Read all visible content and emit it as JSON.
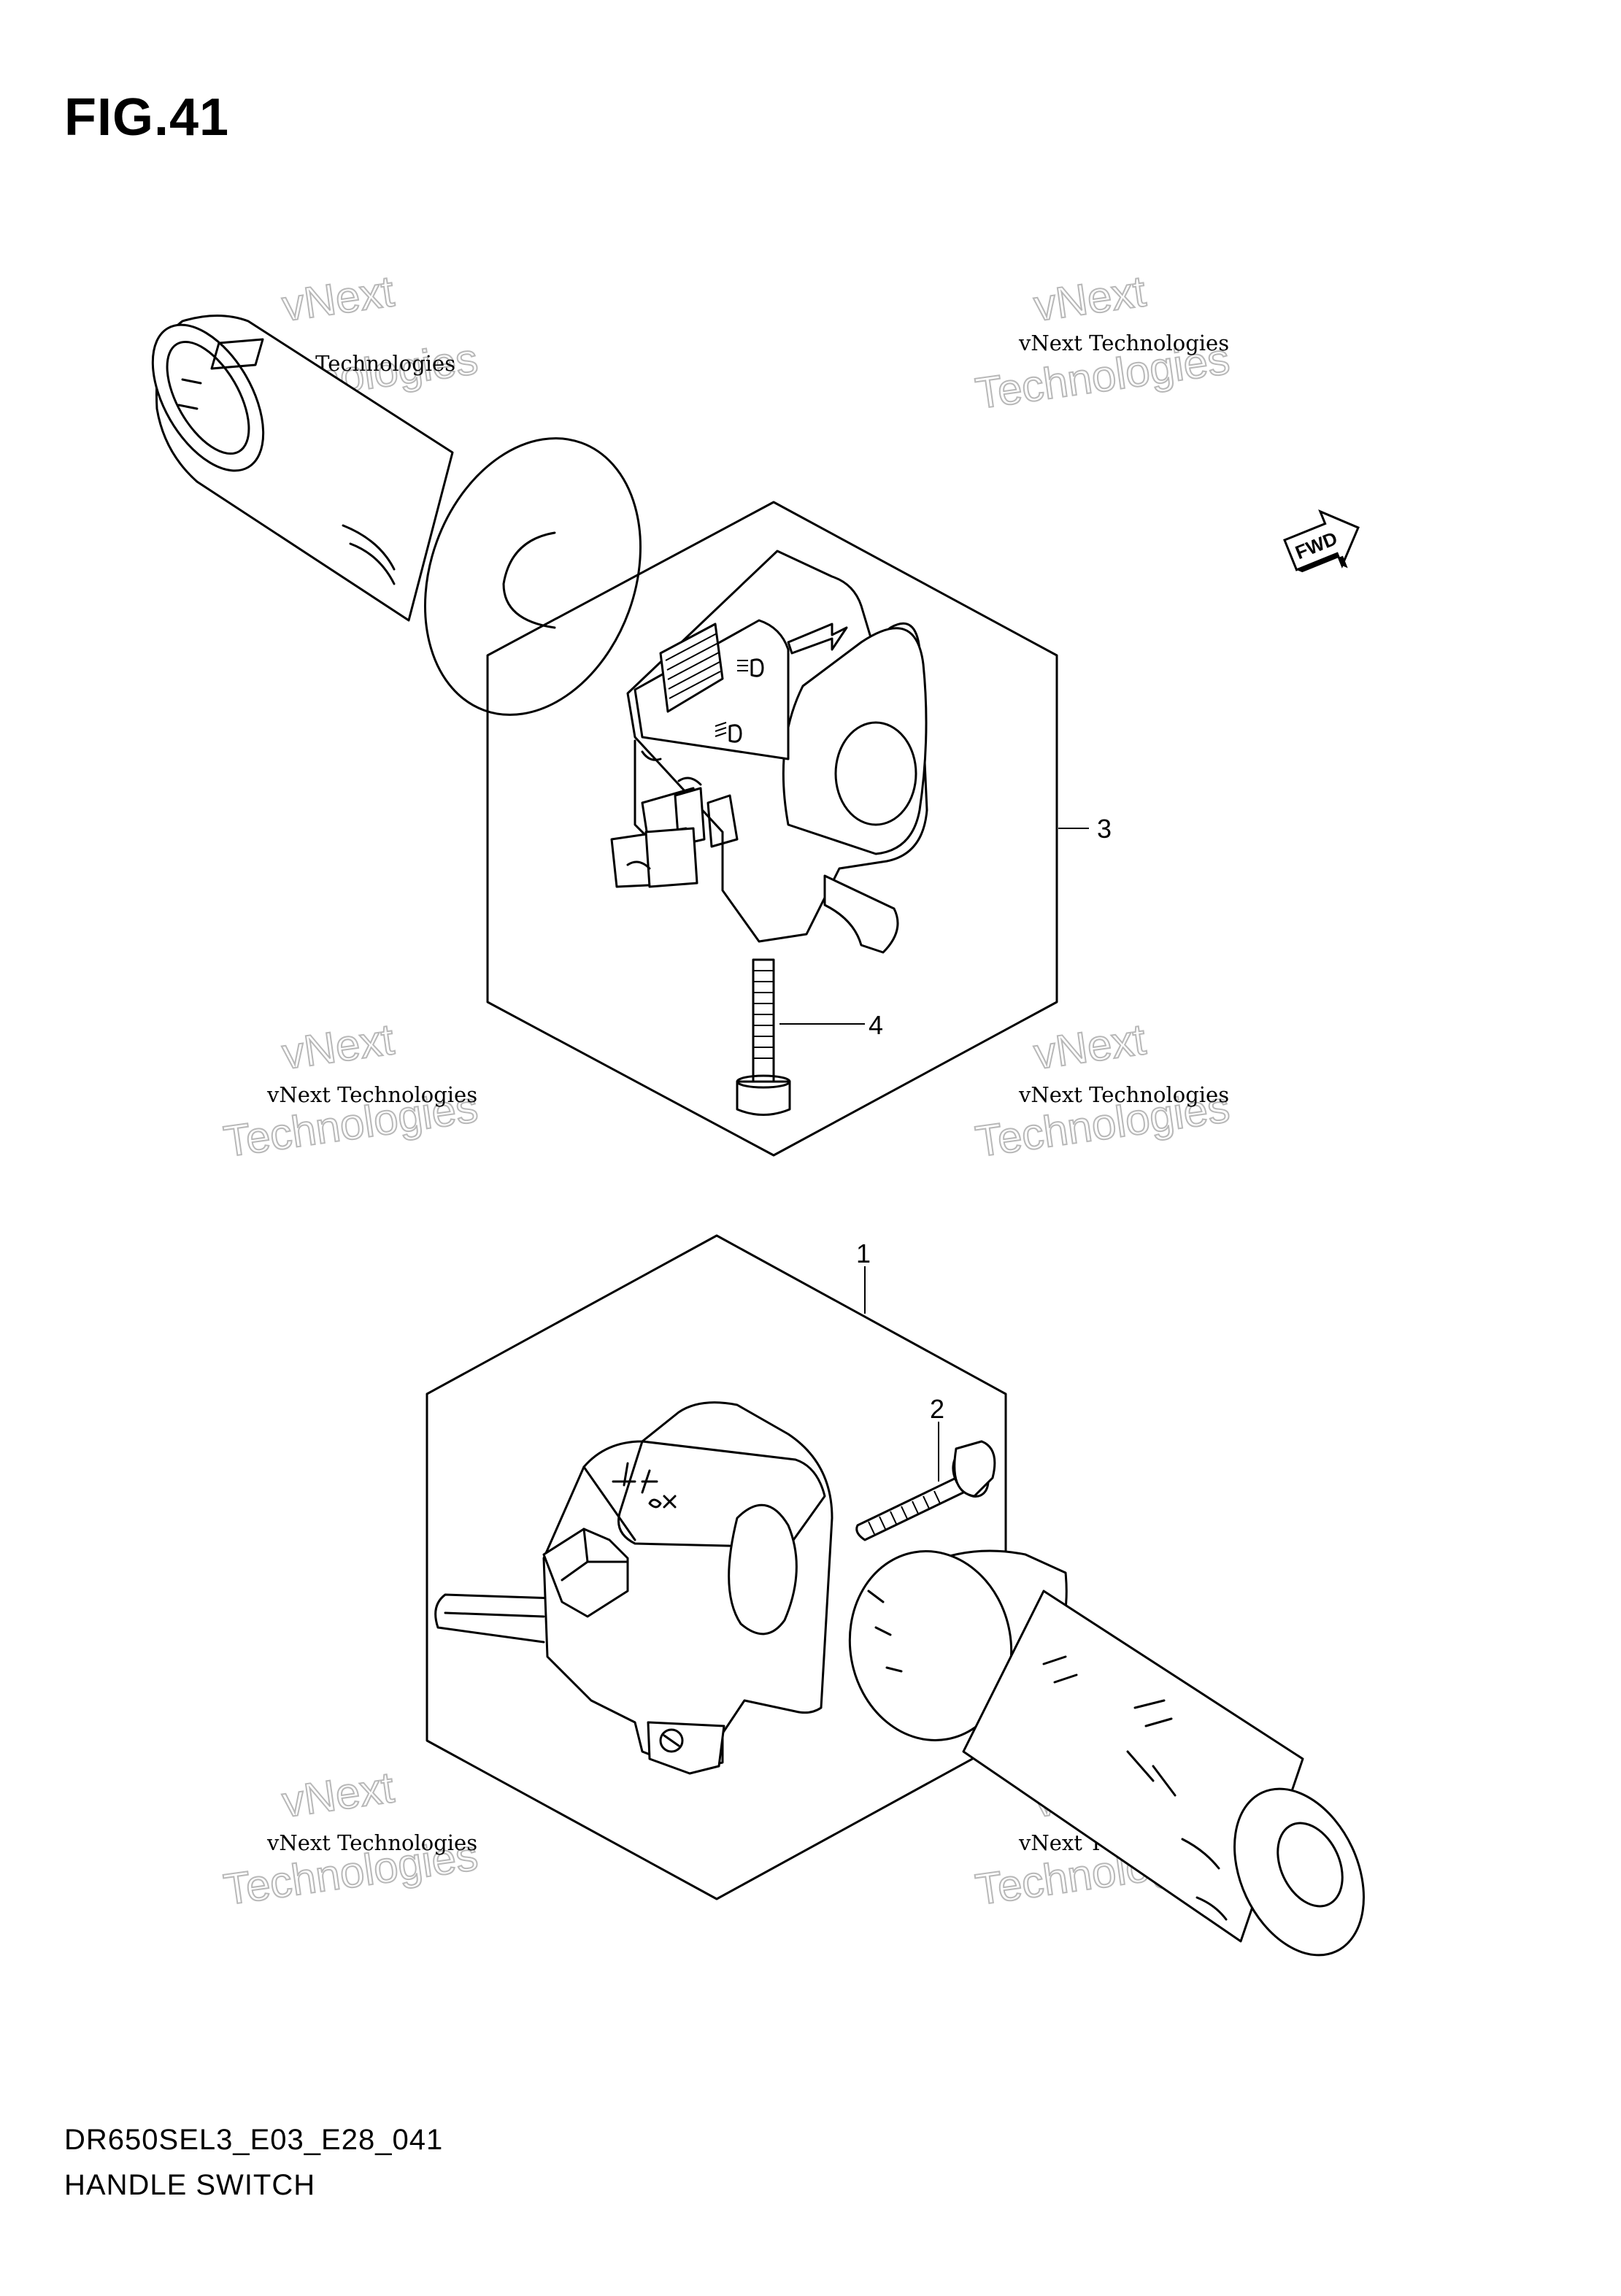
{
  "figure": {
    "title": "FIG.41",
    "code": "DR650SEL3_E03_E28_041",
    "description": "HANDLE SWITCH"
  },
  "callouts": [
    {
      "id": "1",
      "label": "1"
    },
    {
      "id": "2",
      "label": "2"
    },
    {
      "id": "3",
      "label": "3"
    },
    {
      "id": "4",
      "label": "4"
    }
  ],
  "fwd_label": "FWD",
  "watermark": {
    "line1": "vNext Technologies",
    "line2": "vNext",
    "line3": "Technologies"
  },
  "icons": {
    "fwd": "fwd-arrow-icon",
    "headlight": "headlight-icon",
    "turn_signal": "turn-signal-icon",
    "horn": "horn-icon"
  }
}
